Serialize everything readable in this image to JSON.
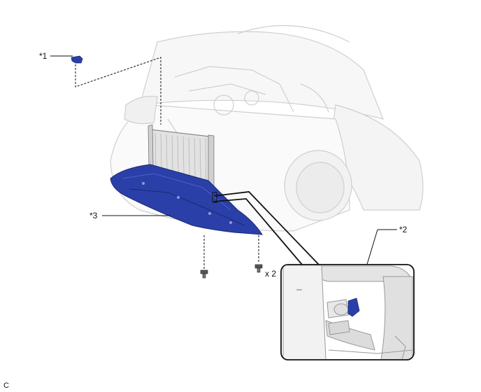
{
  "callouts": {
    "part1": "*1",
    "part2": "*2",
    "part3": "*3"
  },
  "quantity_note": "x 2",
  "corner_code": "C",
  "colors": {
    "highlight_part": "#2b3fa8",
    "highlight_dark": "#1c2a78",
    "car_outline": "#c9c9c9",
    "line": "#111111"
  },
  "icons": {
    "part1": "clip-icon",
    "part2": "sensor-connector-icon",
    "part3": "undercover-icon",
    "fasteners": "bolt-icon"
  }
}
